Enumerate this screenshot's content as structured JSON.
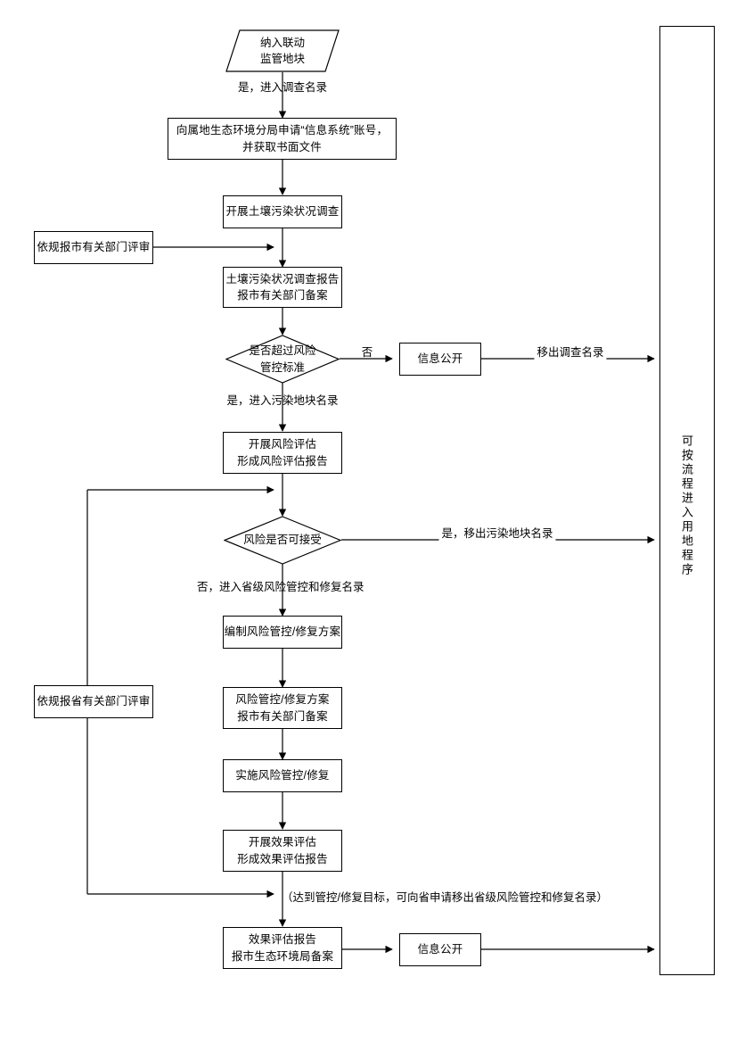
{
  "diagram": {
    "title_vertical_bar": "可按流程进入用地程序",
    "nodes": {
      "start": "纳入联动\n监管地块",
      "apply_account": "向属地生态环境分局申请“信息系统”账号，\n并获取书面文件",
      "survey": "开展土壤污染状况调查",
      "city_review": "依规报市有关部门评审",
      "survey_report": "土壤污染状况调查报告\n报市有关部门备案",
      "decision_exceed": "是否超过风险\n管控标准",
      "disclosure_1": "信息公开",
      "risk_assessment": "开展风险评估\n形成风险评估报告",
      "decision_acceptable": "风险是否可接受",
      "plan_prepare": "编制风险管控/修复方案",
      "province_review": "依规报省有关部门评审",
      "plan_report": "风险管控/修复方案\n报市有关部门备案",
      "implement": "实施风险管控/修复",
      "effect_assessment": "开展效果评估\n形成效果评估报告",
      "effect_report": "效果评估报告\n报市生态环境局备案",
      "disclosure_2": "信息公开"
    },
    "edge_labels": {
      "to_directory": "是，进入调查名录",
      "no_exceed": "否",
      "remove_survey_list": "移出调查名录",
      "yes_polluted_list": "是，进入污染地块名录",
      "yes_remove_polluted": "是，移出污染地块名录",
      "no_province_list": "否，进入省级风险管控和修复名录",
      "goal_note": "（达到管控/修复目标，可向省申请移出省级风险管控和修复名录）"
    },
    "colors": {
      "line": "#000000",
      "background": "#ffffff",
      "text": "#000000"
    }
  }
}
